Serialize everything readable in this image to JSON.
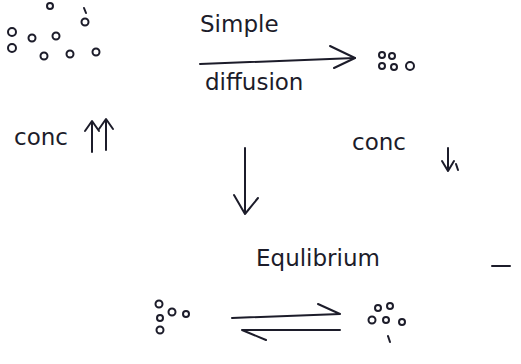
{
  "diagram": {
    "labels": [
      "Simple",
      "diffusion",
      "conc",
      "conc",
      "Equlibrium"
    ]
  }
}
